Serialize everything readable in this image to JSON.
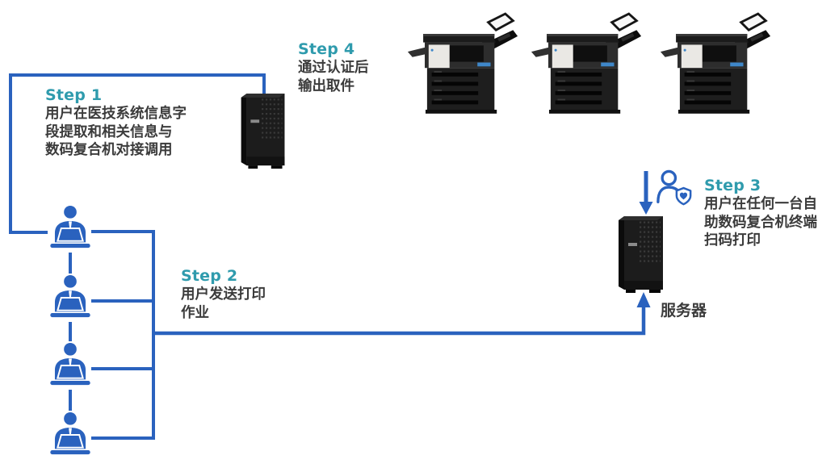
{
  "colors": {
    "line_blue": "#2A62BE",
    "step_teal": "#2F9BAD",
    "text_dark": "#3B3B3B"
  },
  "steps": {
    "step1": {
      "label": "Step 1",
      "lines": [
        "用户在医技系统信息字",
        "段提取和相关信息与",
        "数码复合机对接调用"
      ]
    },
    "step2": {
      "label": "Step 2",
      "lines": [
        "用户发送打印",
        "作业"
      ]
    },
    "step3": {
      "label": "Step 3",
      "lines": [
        "用户在任何一台自",
        "助数码复合机终端",
        "扫码打印"
      ]
    },
    "step4": {
      "label": "Step 4",
      "lines": [
        "通过认证后",
        "输出取件"
      ]
    }
  },
  "labels": {
    "server": "服务器"
  },
  "icons": {
    "user": "user-at-laptop-icon",
    "printer": "multifunction-copier-icon",
    "server": "server-tower-icon",
    "verified_user": "user-check-badge-icon",
    "down_arrow": "down-arrow",
    "up_arrow": "up-arrow"
  },
  "counts": {
    "users": 4,
    "printers": 3,
    "servers": 2
  }
}
